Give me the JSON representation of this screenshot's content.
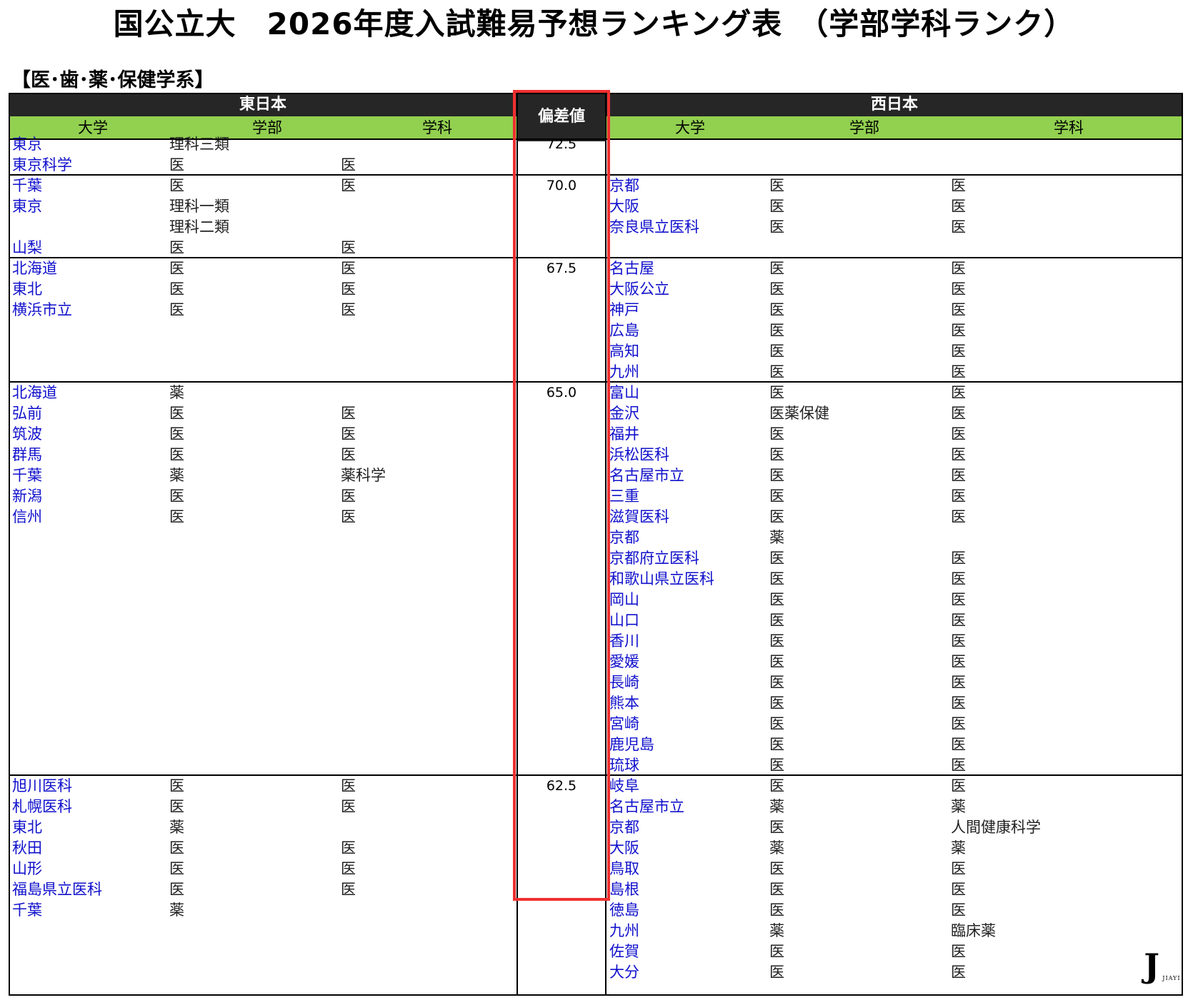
{
  "title": "国公立大　2026年度入試難易予想ランキング表　（学部学科ランク）",
  "section": "【医･歯･薬･保健学系】",
  "headers": {
    "east": "東日本",
    "west": "西日本",
    "deviation": "偏差値",
    "cols": [
      "大学",
      "学部",
      "学科"
    ]
  },
  "groups": [
    {
      "deviation": "72.5",
      "east": [
        [
          "東京",
          "理科三類",
          ""
        ],
        [
          "東京科学",
          "医",
          "医"
        ]
      ],
      "west": []
    },
    {
      "deviation": "70.0",
      "east": [
        [
          "千葉",
          "医",
          "医"
        ],
        [
          "東京",
          "理科一類",
          ""
        ],
        [
          "",
          "理科二類",
          ""
        ],
        [
          "山梨",
          "医",
          "医"
        ]
      ],
      "west": [
        [
          "京都",
          "医",
          "医"
        ],
        [
          "大阪",
          "医",
          "医"
        ],
        [
          "奈良県立医科",
          "医",
          "医"
        ]
      ]
    },
    {
      "deviation": "67.5",
      "east": [
        [
          "北海道",
          "医",
          "医"
        ],
        [
          "東北",
          "医",
          "医"
        ],
        [
          "横浜市立",
          "医",
          "医"
        ]
      ],
      "west": [
        [
          "名古屋",
          "医",
          "医"
        ],
        [
          "大阪公立",
          "医",
          "医"
        ],
        [
          "神戸",
          "医",
          "医"
        ],
        [
          "広島",
          "医",
          "医"
        ],
        [
          "高知",
          "医",
          "医"
        ],
        [
          "九州",
          "医",
          "医"
        ]
      ]
    },
    {
      "deviation": "65.0",
      "east": [
        [
          "北海道",
          "薬",
          ""
        ],
        [
          "弘前",
          "医",
          "医"
        ],
        [
          "筑波",
          "医",
          "医"
        ],
        [
          "群馬",
          "医",
          "医"
        ],
        [
          "千葉",
          "薬",
          "薬科学"
        ],
        [
          "新潟",
          "医",
          "医"
        ],
        [
          "信州",
          "医",
          "医"
        ]
      ],
      "west": [
        [
          "富山",
          "医",
          "医"
        ],
        [
          "金沢",
          "医薬保健",
          "医"
        ],
        [
          "福井",
          "医",
          "医"
        ],
        [
          "浜松医科",
          "医",
          "医"
        ],
        [
          "名古屋市立",
          "医",
          "医"
        ],
        [
          "三重",
          "医",
          "医"
        ],
        [
          "滋賀医科",
          "医",
          "医"
        ],
        [
          "京都",
          "薬",
          ""
        ],
        [
          "京都府立医科",
          "医",
          "医"
        ],
        [
          "和歌山県立医科",
          "医",
          "医"
        ],
        [
          "岡山",
          "医",
          "医"
        ],
        [
          "山口",
          "医",
          "医"
        ],
        [
          "香川",
          "医",
          "医"
        ],
        [
          "愛媛",
          "医",
          "医"
        ],
        [
          "長崎",
          "医",
          "医"
        ],
        [
          "熊本",
          "医",
          "医"
        ],
        [
          "宮崎",
          "医",
          "医"
        ],
        [
          "鹿児島",
          "医",
          "医"
        ],
        [
          "琉球",
          "医",
          "医"
        ]
      ]
    },
    {
      "deviation": "62.5",
      "east": [
        [
          "旭川医科",
          "医",
          "医"
        ],
        [
          "札幌医科",
          "医",
          "医"
        ],
        [
          "東北",
          "薬",
          ""
        ],
        [
          "秋田",
          "医",
          "医"
        ],
        [
          "山形",
          "医",
          "医"
        ],
        [
          "福島県立医科",
          "医",
          "医"
        ],
        [
          "千葉",
          "薬",
          ""
        ]
      ],
      "west": [
        [
          "岐阜",
          "医",
          "医"
        ],
        [
          "名古屋市立",
          "薬",
          "薬"
        ],
        [
          "京都",
          "医",
          "人間健康科学"
        ],
        [
          "大阪",
          "薬",
          "薬"
        ],
        [
          "鳥取",
          "医",
          "医"
        ],
        [
          "島根",
          "医",
          "医"
        ],
        [
          "徳島",
          "医",
          "医"
        ],
        [
          "九州",
          "薬",
          "臨床薬"
        ],
        [
          "佐賀",
          "医",
          "医"
        ],
        [
          "大分",
          "医",
          "医"
        ]
      ]
    }
  ],
  "logo": {
    "mark": "J",
    "sub": "JIAYI"
  },
  "colors": {
    "header_dark": "#262626",
    "header_green": "#92d050",
    "university_blue": "#1010cc",
    "highlight_red": "#f03030"
  }
}
